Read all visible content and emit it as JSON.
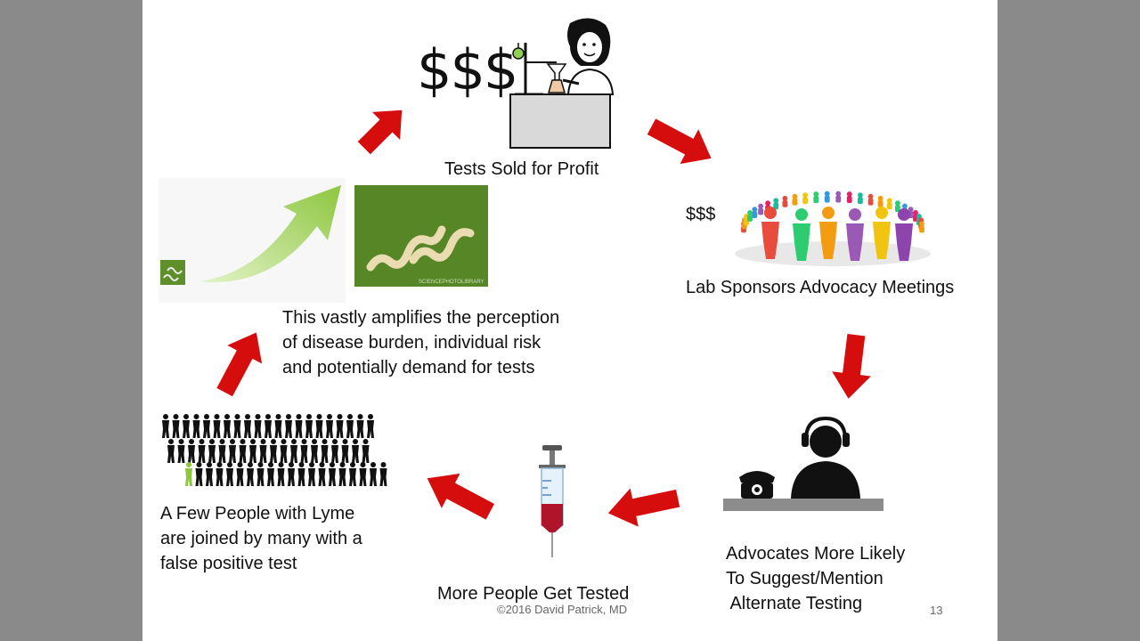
{
  "slide": {
    "top_dollars": "$$$",
    "lab_caption": "Tests Sold for Profit",
    "sponsor_dollars": "$$$",
    "sponsor_caption": "Lab Sponsors Advocacy Meetings",
    "advocate_caption": "Advocates More Likely\nTo Suggest/Mention\n Alternate Testing",
    "tested_caption": "More People Get Tested",
    "lyme_caption": "A Few People with Lyme\nare joined by many with a\nfalse positive test",
    "amplify_caption": "This vastly amplifies the perception\nof disease burden, individual risk\nand potentially demand for tests",
    "photo_credit": "SCIENCEPHOTOLIBRARY",
    "footer": "©2016 David Patrick, MD",
    "page_number": "13"
  },
  "colors": {
    "arrow_red": "#d60d0d",
    "growth_green": "#8dc63f",
    "bacteria_bg": "#5f8f2a",
    "syringe_blood": "#b0142a"
  },
  "icons": [
    "lab-worker-icon",
    "people-circle-icon",
    "call-center-icon",
    "telephone-icon",
    "syringe-icon",
    "crowd-icon",
    "growth-arrow-icon",
    "bacteria-photo"
  ]
}
